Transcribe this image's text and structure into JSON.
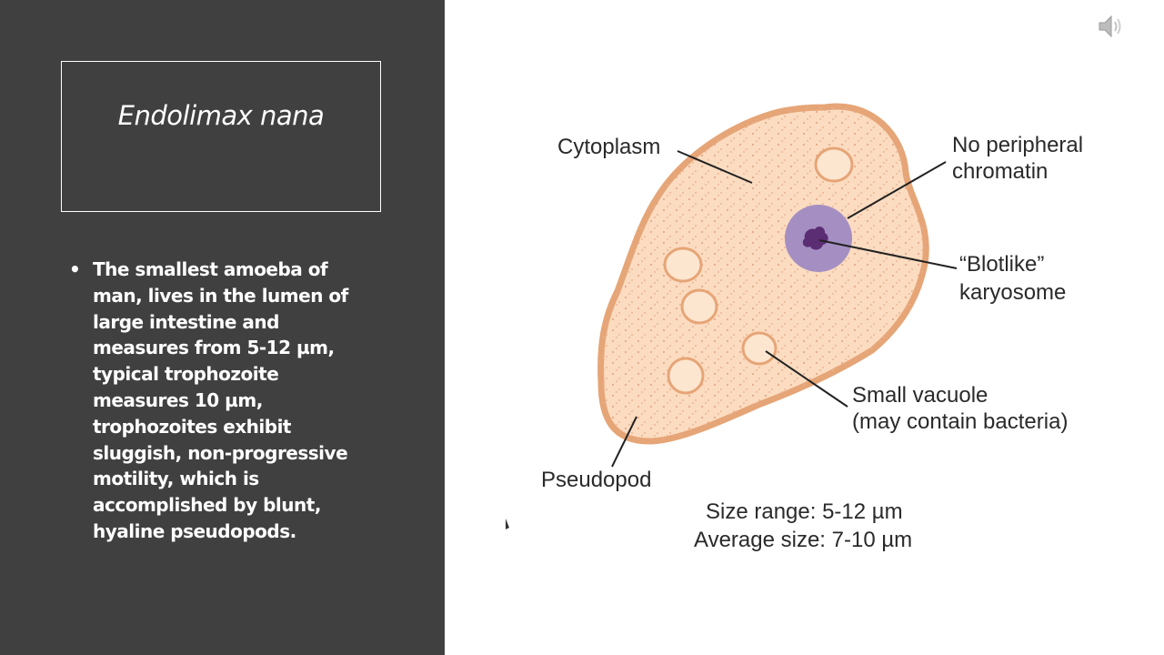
{
  "slide": {
    "title": "Endolimax nana",
    "bullet": "The smallest amoeba of man, lives in the lumen of large intestine and measures from 5-12 µm, typical trophozoite measures 10 µm, trophozoites exhibit sluggish, non-progressive motility, which is accomplished by blunt, hyaline pseudopods."
  },
  "diagram": {
    "labels": {
      "cytoplasm": "Cytoplasm",
      "no_peripheral_1": "No peripheral",
      "no_peripheral_2": "chromatin",
      "blotlike_1": "“Blotlike”",
      "blotlike_2": "karyosome",
      "vacuole_1": "Small vacuole",
      "vacuole_2": "(may contain bacteria)",
      "pseudopod": "Pseudopod",
      "size_range": "Size range: 5-12 µm",
      "average_size": "Average size: 7-10 µm"
    },
    "colors": {
      "cell_fill": "#fbdcc0",
      "cell_border": "#e6a577",
      "nucleus": "#a58fc2",
      "karyosome": "#5b2d73"
    }
  },
  "icons": {
    "speaker": "speaker-icon"
  }
}
